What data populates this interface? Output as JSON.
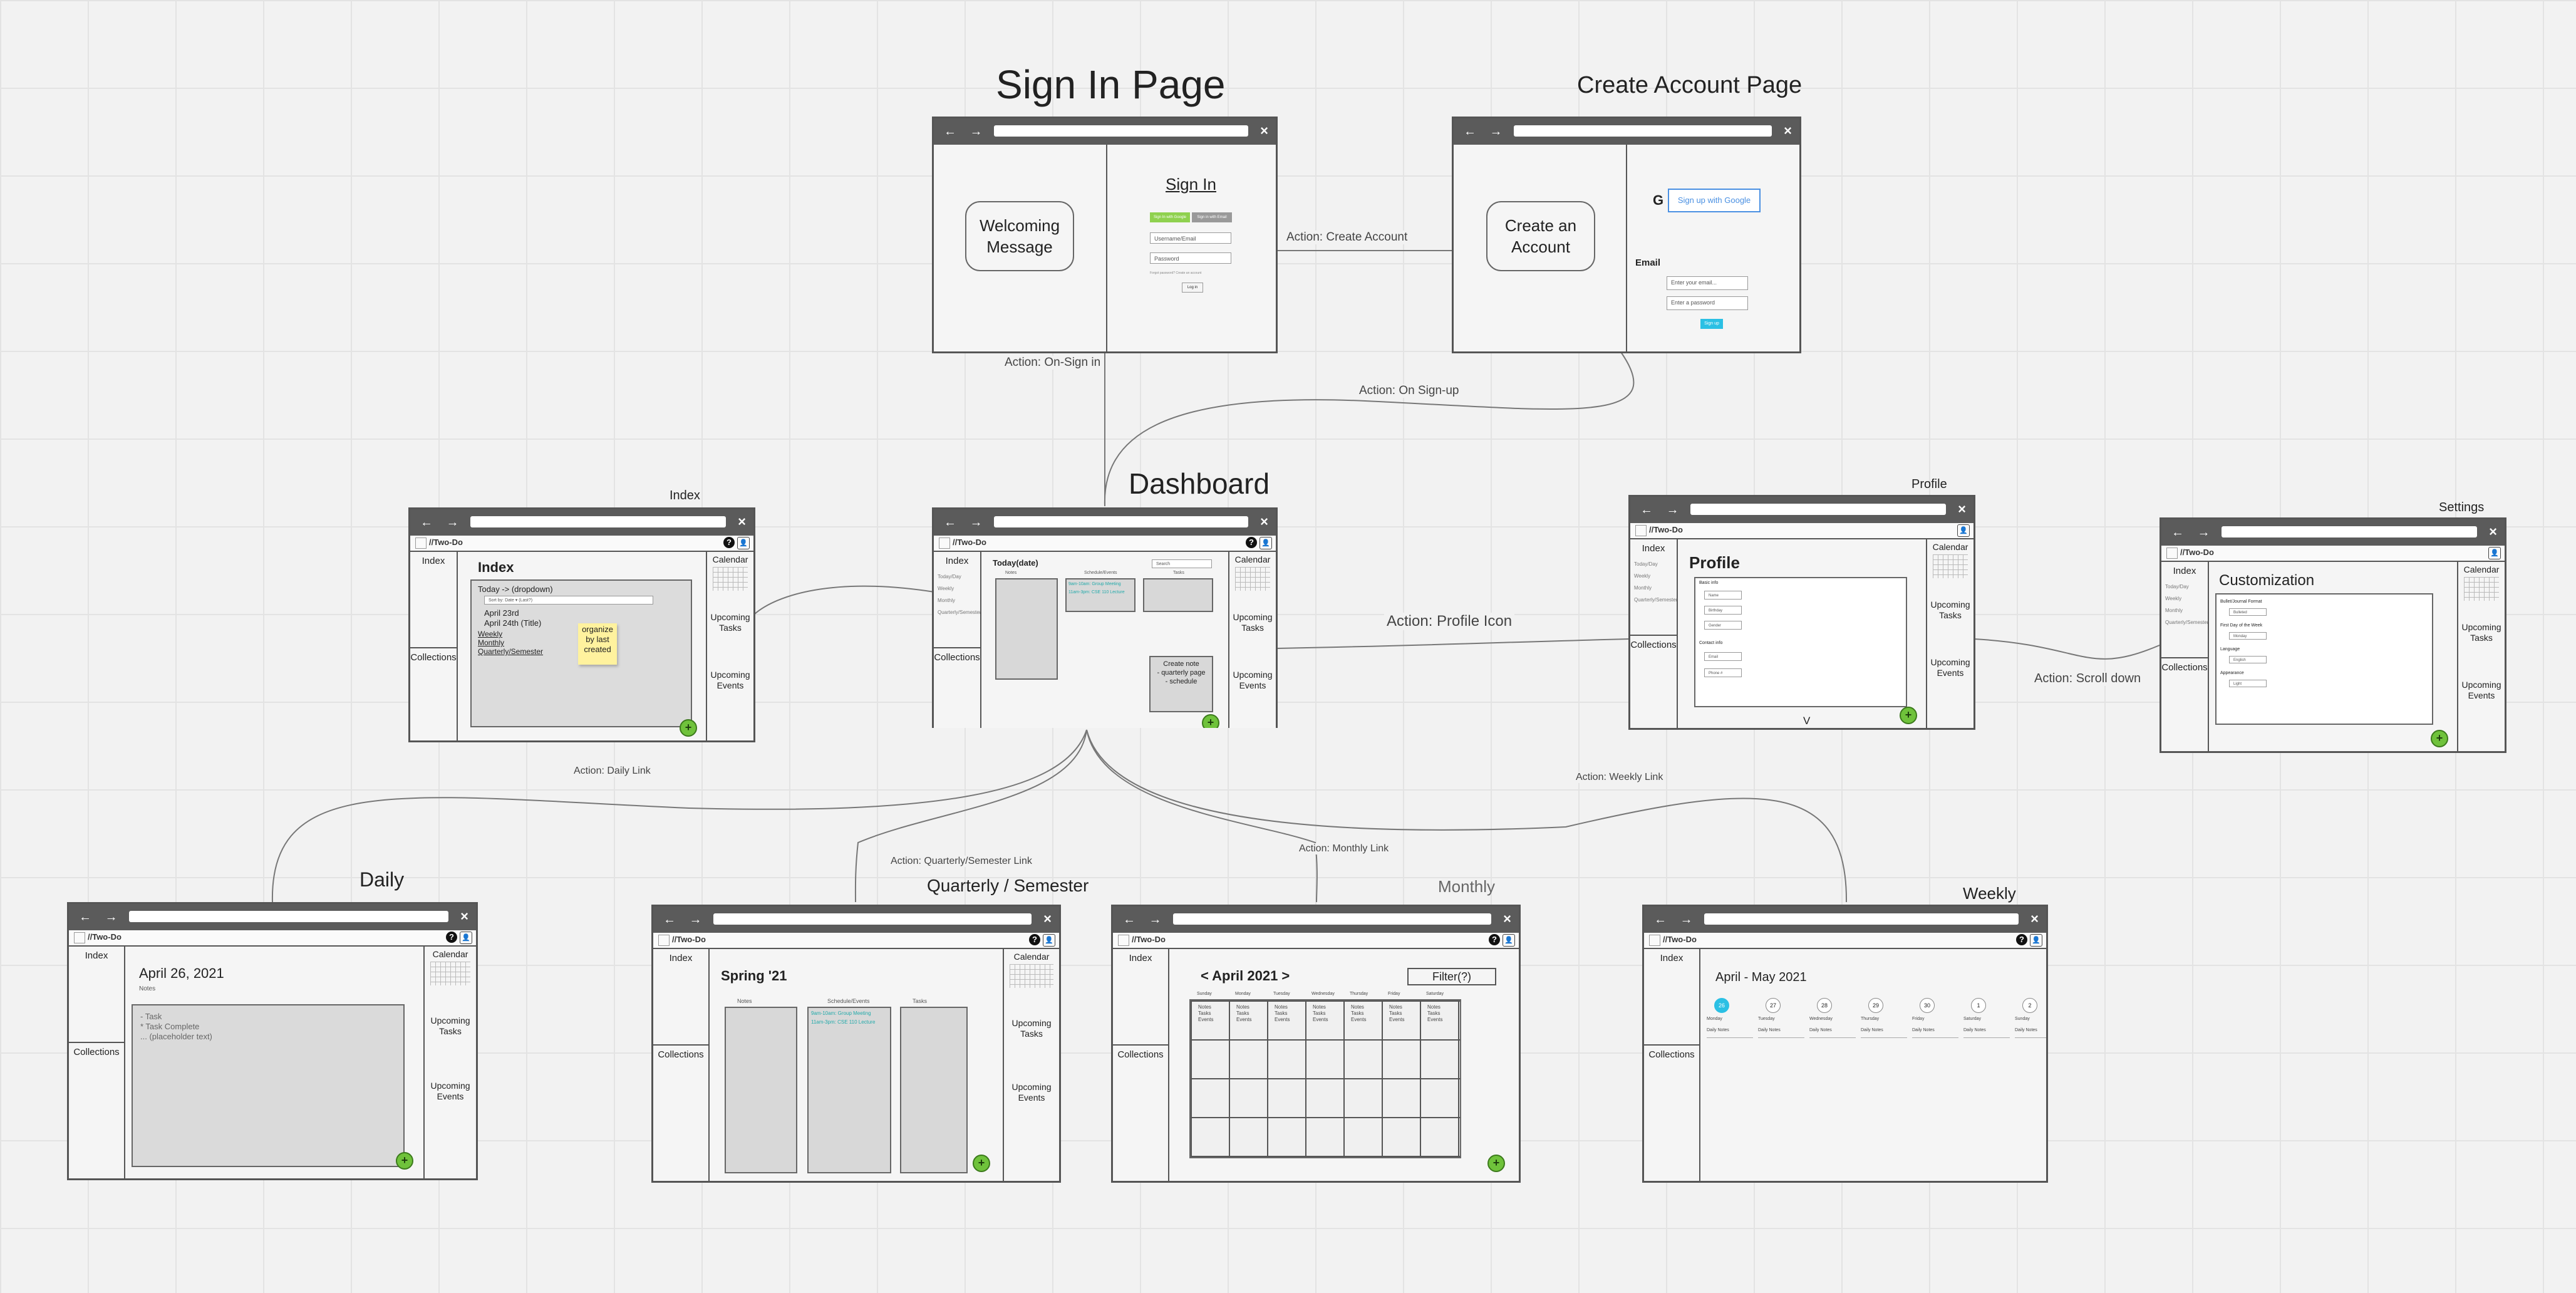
{
  "page_titles": {
    "sign_in": "Sign In Page",
    "create_account": "Create Account Page",
    "dashboard": "Dashboard",
    "index": "Index",
    "profile": "Profile",
    "settings": "Settings",
    "daily": "Daily",
    "quarterly": "Quarterly / Semester",
    "monthly": "Monthly",
    "weekly": "Weekly"
  },
  "edges": {
    "create_account": "Action: Create Account",
    "on_sign_in": "Action: On-Sign in",
    "on_sign_up": "Action: On Sign-up",
    "profile_icon": "Action: Profile Icon",
    "scroll_down": "Action: Scroll down",
    "daily_link": "Action: Daily Link",
    "weekly_link": "Action:  Weekly Link",
    "quarterly_link": "Action: Quarterly/Semester Link",
    "monthly_link": "Action: Monthly Link"
  },
  "chrome": {
    "close": "×",
    "nav": "← → ⟳",
    "brand": "//Two-Do",
    "help": "?",
    "user": "👤"
  },
  "sidebar": {
    "index": "Index",
    "collections": "Collections",
    "items": [
      "Today/Day",
      "Weekly",
      "Monthly",
      "Quarterly/Semester"
    ]
  },
  "rightbar": {
    "calendar": "Calendar",
    "upcoming_tasks": "Upcoming Tasks",
    "upcoming_events": "Upcoming Events"
  },
  "fab": "+",
  "sign_in": {
    "welcome": "Welcoming Message",
    "heading": "Sign In",
    "tab_a": "Sign In with Google",
    "tab_b": "Sign in with Email",
    "username": "Username/Email",
    "password": "Password",
    "hint": "Forgot password? Create an account",
    "btn": "Log in"
  },
  "create": {
    "bubble": "Create an Account",
    "google_g": "G",
    "google_btn": "Sign up with Google",
    "email_label": "Email",
    "email_ph": "Enter your email...",
    "pw_ph": "Enter a password",
    "signup": "Sign up"
  },
  "dashboard": {
    "title": "Today(date)",
    "col_notes": "Notes",
    "col_sched": "Schedule/Events",
    "col_tasks": "Tasks",
    "search": "Search",
    "ev1": "9am-10am: Group Meeting",
    "ev2": "11am-3pm: CSE 110 Lecture",
    "create_title": "Create note",
    "create_l1": "- quarterly page",
    "create_l2": "- schedule"
  },
  "index": {
    "title": "Index",
    "today": "Today -> (dropdown)",
    "input": "Sort by: Date ▾ (Last?)",
    "apr23": "April 23rd",
    "apr24": "April 24th (Title)",
    "weekly": "Weekly",
    "monthly": "Monthly",
    "quarterly": "Quarterly/Semester",
    "note": "organize by last created"
  },
  "profile": {
    "title": "Profile",
    "basic": "Basic info",
    "name": "Name",
    "birthday": "Birthday",
    "gender": "Gender",
    "contact": "Contact info",
    "email": "Email",
    "phone": "Phone #",
    "v": "V"
  },
  "settings": {
    "title": "Customization",
    "bullet_fmt": "Bullet/Journal Format",
    "first_day": "First Day of the Week",
    "language": "Language",
    "appearance": "Appearance",
    "opt_bullet": "Bulleted",
    "opt_day": "Monday",
    "opt_lang": "English",
    "opt_app": "Light"
  },
  "daily": {
    "date": "April 26, 2021",
    "notes": "Notes",
    "task": "- Task",
    "complete": "* Task Complete",
    "placeholder": "... (placeholder text)"
  },
  "quarterly": {
    "title": "Spring '21",
    "notes": "Notes",
    "sched": "Schedule/Events",
    "tasks": "Tasks",
    "ev1": "9am-10am: Group Meeting",
    "ev2": "11am-3pm: CSE 110 Lecture"
  },
  "monthly": {
    "title": "< April 2021 >",
    "filter": "Filter(?)",
    "days": [
      "Sunday",
      "Monday",
      "Tuesday",
      "Wednesday",
      "Thursday",
      "Friday",
      "Saturday"
    ],
    "cell": "Notes Tasks Events"
  },
  "weekly": {
    "title": "April - May 2021",
    "dates": [
      "26",
      "27",
      "28",
      "29",
      "30",
      "1",
      "2"
    ],
    "days": [
      "Monday",
      "Tuesday",
      "Wednesday",
      "Thursday",
      "Friday",
      "Saturday",
      "Sunday"
    ],
    "cell": "Daily Notes"
  }
}
